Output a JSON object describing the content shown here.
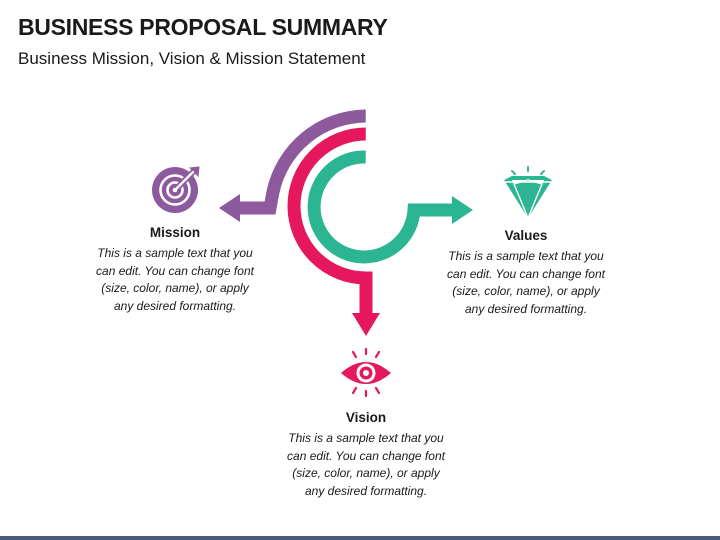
{
  "title": "BUSINESS PROPOSAL SUMMARY",
  "subtitle": "Business Mission, Vision & Mission Statement",
  "colors": {
    "mission": "#8e5a9e",
    "vision": "#e5175e",
    "values": "#2bb593"
  },
  "sections": {
    "mission": {
      "heading": "Mission",
      "icon": "target-icon",
      "lines": [
        "This is a sample text that you",
        "can edit. You can change font",
        "(size, color, name), or apply",
        "any desired formatting."
      ]
    },
    "values": {
      "heading": "Values",
      "icon": "diamond-icon",
      "lines": [
        "This is a sample text that you",
        "can edit. You can change font",
        "(size, color, name), or apply",
        "any desired formatting."
      ]
    },
    "vision": {
      "heading": "Vision",
      "icon": "eye-icon",
      "lines": [
        "This is a sample text that you",
        "can edit. You can change font",
        "(size, color, name), or apply",
        "any desired formatting."
      ]
    }
  }
}
